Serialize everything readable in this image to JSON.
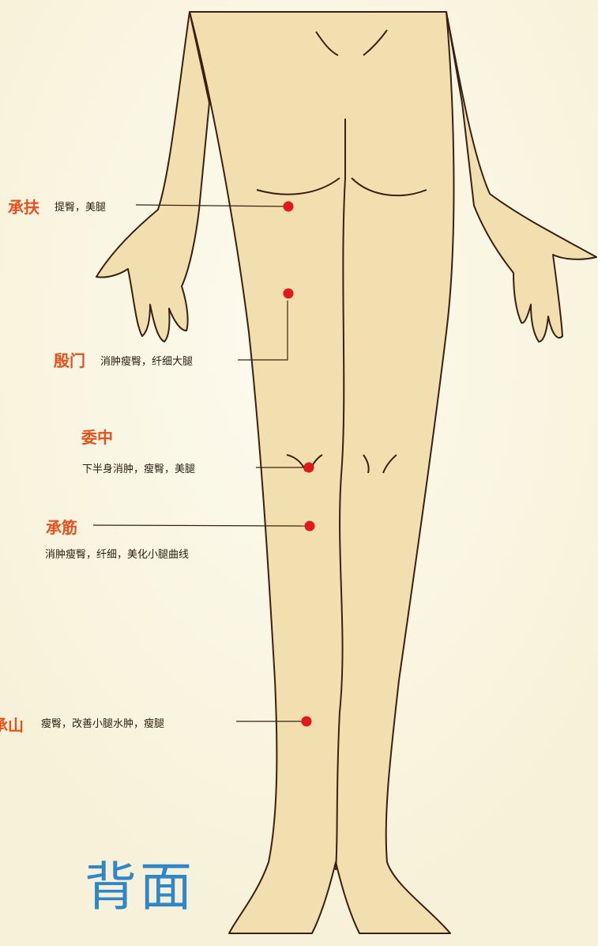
{
  "diagram": {
    "view_label": "背面",
    "acupoints": [
      {
        "id": "chengfu",
        "name": "承扶",
        "desc": "提臀，美腿"
      },
      {
        "id": "yinmen",
        "name": "殷门",
        "desc": "消肿瘦臀，纤细大腿"
      },
      {
        "id": "weizhong",
        "name": "委中",
        "desc": "下半身消肿，瘦臀，美腿"
      },
      {
        "id": "chengjin",
        "name": "承筋",
        "desc": "消肿瘦臀，纤细，美化小腿曲线"
      },
      {
        "id": "chengshan",
        "name": "承山",
        "desc": "瘦臀，改善小腿水肿，瘦腿"
      }
    ]
  },
  "colors": {
    "background": "#f7f3dc",
    "skin": "#f2dfb0",
    "outline": "#3a2010",
    "point": "#e41818",
    "label": "#e8501c",
    "view_label": "#2f86c8"
  }
}
